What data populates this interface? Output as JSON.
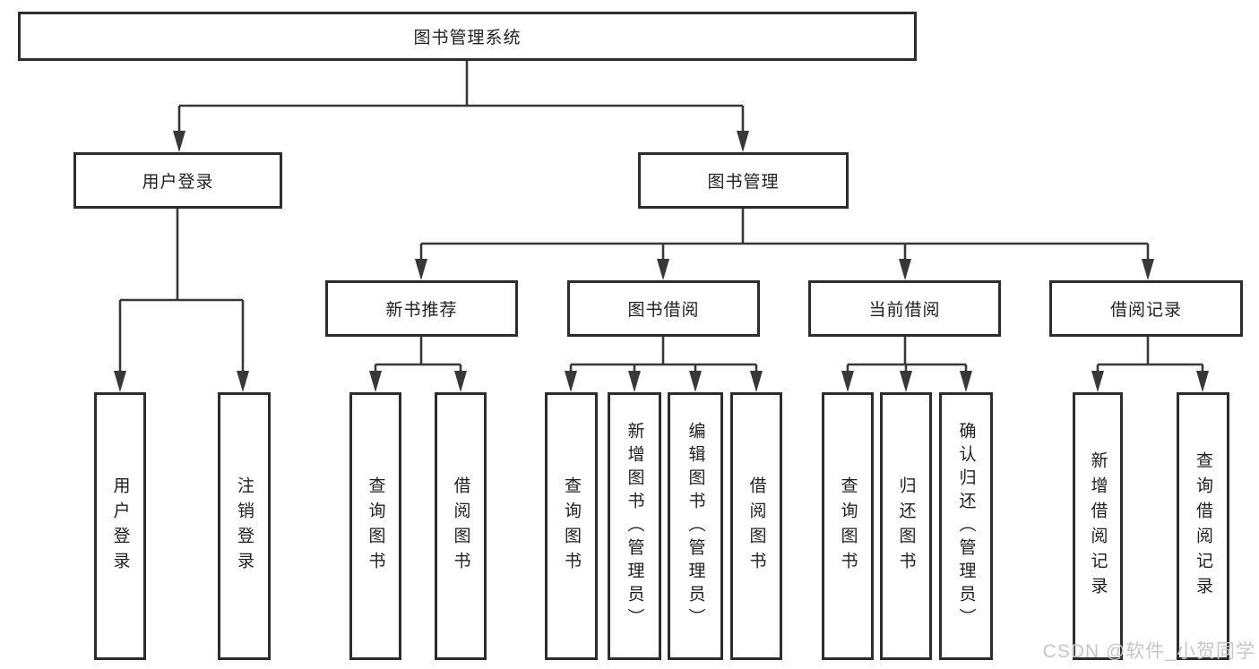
{
  "diagram_type": "hierarchy-tree",
  "nodes": {
    "root": "图书管理系统",
    "user_login": "用户登录",
    "book_mgmt": "图书管理"
  },
  "level3": [
    {
      "label": "新书推荐"
    },
    {
      "label": "图书借阅"
    },
    {
      "label": "当前借阅"
    },
    {
      "label": "借阅记录"
    }
  ],
  "leaves": [
    {
      "label": "用户登录",
      "parent": "用户登录"
    },
    {
      "label": "注销登录",
      "parent": "用户登录"
    },
    {
      "label": "查询图书",
      "parent": "新书推荐"
    },
    {
      "label": "借阅图书",
      "parent": "新书推荐"
    },
    {
      "label": "查询图书",
      "parent": "图书借阅"
    },
    {
      "label": "新增图书（管理员）",
      "parent": "图书借阅"
    },
    {
      "label": "编辑图书（管理员）",
      "parent": "图书借阅"
    },
    {
      "label": "借阅图书",
      "parent": "图书借阅"
    },
    {
      "label": "查询图书",
      "parent": "当前借阅"
    },
    {
      "label": "归还图书",
      "parent": "当前借阅"
    },
    {
      "label": "确认归还（管理员）",
      "parent": "当前借阅"
    },
    {
      "label": "新增借阅记录",
      "parent": "借阅记录"
    },
    {
      "label": "查询借阅记录",
      "parent": "借阅记录"
    }
  ],
  "watermark": "CSDN @软件_小贺同学",
  "colors": {
    "line": "#383838",
    "box_border": "#2d2d2d",
    "text": "#1f1f1f",
    "watermark": "#c9c5c5",
    "background": "#ffffff"
  }
}
